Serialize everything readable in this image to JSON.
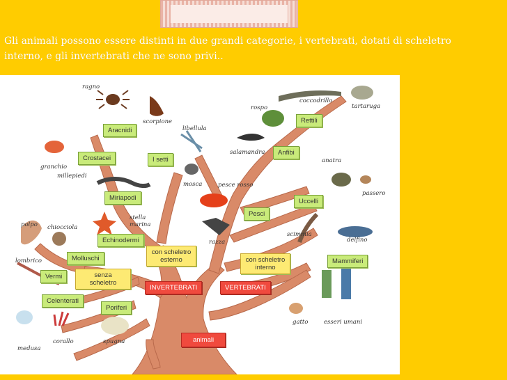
{
  "intro": "Gli  animali possono essere distinti in due grandi categorie, i vertebrati, dotati di scheletro interno, e gli invertebrati che ne sono privi..",
  "boxes": {
    "aracnidi": "Aracnidi",
    "crostacei": "Crostacei",
    "insetti": "I  setti",
    "miriapodi": "Miriapodi",
    "echinodermi": "Echinodermi",
    "molluschi": "Molluschi",
    "vermi": "Vermi",
    "senza_scheletro": "senza scheletro",
    "celenterati": "Celenterati",
    "poriferi": "Poriferi",
    "con_scheletro_esterno": "con scheletro esterno",
    "con_scheletro_interno": "con scheletro interno",
    "invertebrati": "INVERTEBRATI",
    "vertebrati": "VERTEBRATI",
    "animali": "animali",
    "rettili": "Rettili",
    "anfibi": "Anfibi",
    "pesci": "Pesci",
    "uccelli": "Uccelli",
    "mammiferi": "Mammiferi"
  },
  "labels": {
    "ragno": "ragno",
    "scorpione": "scorpione",
    "libellula": "libellula",
    "granchio": "granchio",
    "millepiedi": "millepiedi",
    "mosca": "mosca",
    "stella_marina": "stella marina",
    "polpo": "polpo",
    "chiocciola": "chiocciola",
    "lombrico": "lombrico",
    "medusa": "medusa",
    "corallo": "corallo",
    "spugna": "spugna",
    "rospo": "rospo",
    "coccodrillo": "coccodrillo",
    "tartaruga": "tartaruga",
    "salamandra": "salamandra",
    "anatra": "anatra",
    "passero": "passero",
    "pesce_rosso": "pesce rosso",
    "razza": "razza",
    "scimmia": "scimmia",
    "delfino": "delfino",
    "gatto": "gatto",
    "esseri_umani": "esseri umani"
  },
  "colors": {
    "background": "#ffcc00",
    "trunk": "#d98a68",
    "box_green": "#c9eb7a",
    "box_red": "#f04a3e",
    "box_yellow": "#fdea73"
  }
}
